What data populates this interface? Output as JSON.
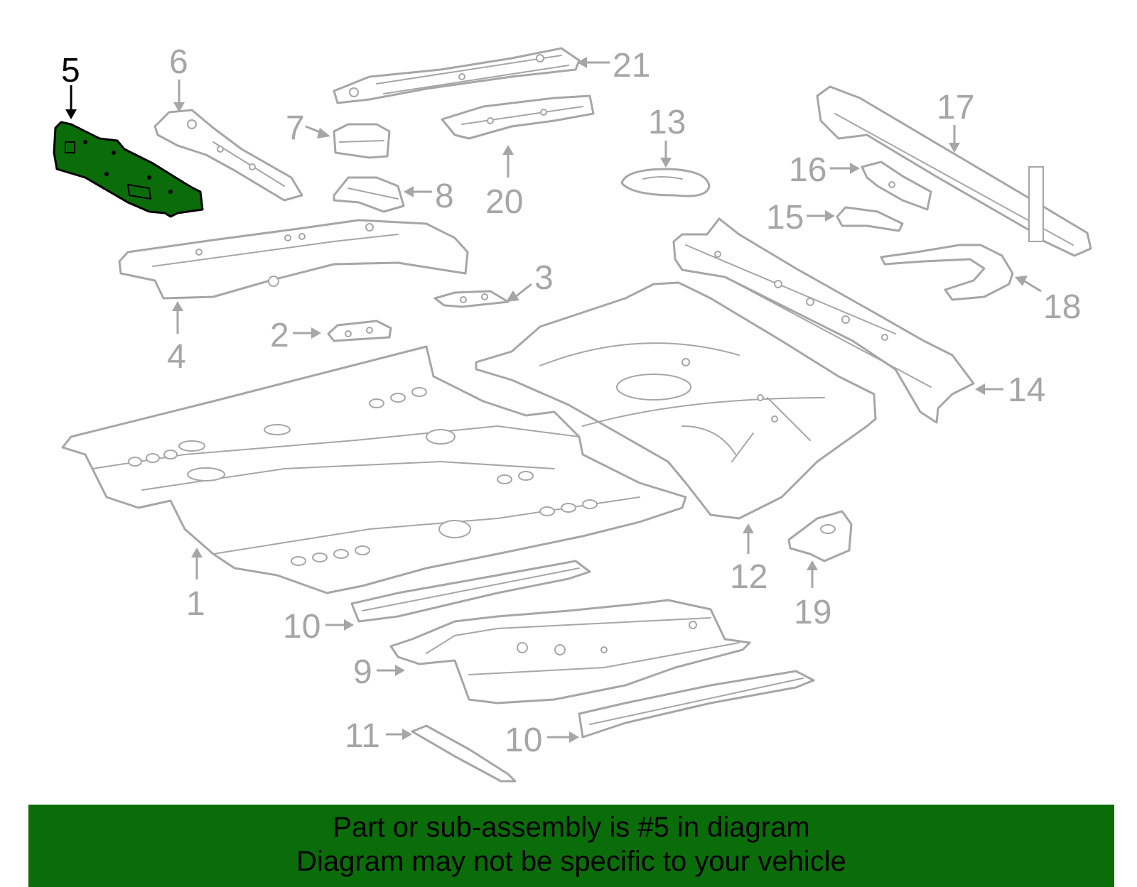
{
  "diagram": {
    "highlight_color": "#0a6d0a",
    "line_color": "#a6a6a6",
    "highlighted_part": "5",
    "labels": [
      "1",
      "2",
      "3",
      "4",
      "5",
      "6",
      "7",
      "8",
      "9",
      "10",
      "10",
      "11",
      "12",
      "13",
      "14",
      "15",
      "16",
      "17",
      "18",
      "19",
      "20",
      "21"
    ]
  },
  "banner": {
    "line1": "Part or sub-assembly is #5 in diagram",
    "line2": "Diagram may not be specific to your vehicle"
  }
}
